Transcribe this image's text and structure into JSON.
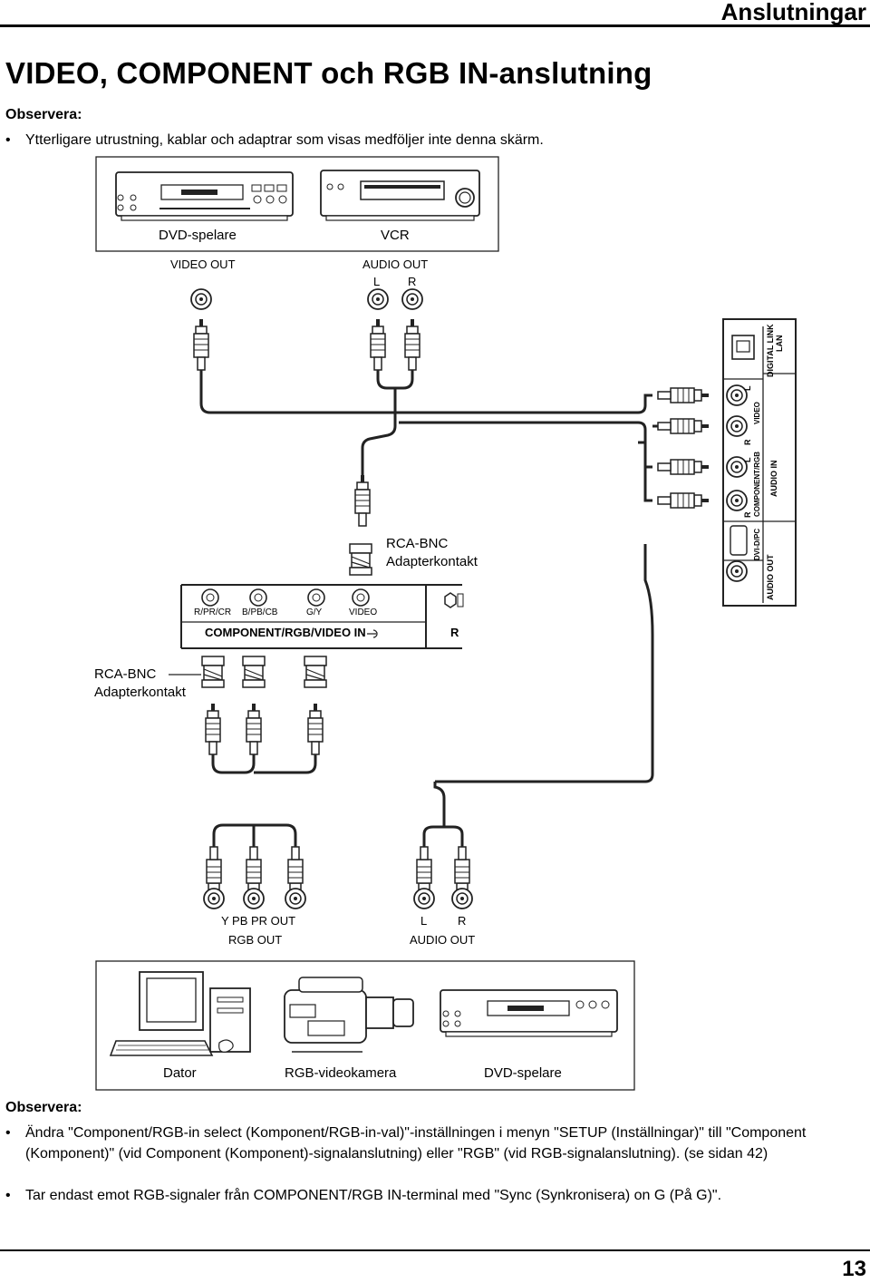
{
  "header": {
    "section": "Anslutningar"
  },
  "title": "VIDEO, COMPONENT och RGB IN-anslutning",
  "note_top": {
    "heading": "Observera:",
    "bullet": "Ytterligare utrustning, kablar och adaptrar som visas medföljer inte denna skärm."
  },
  "diagram": {
    "top_devices": {
      "dvd": "DVD-spelare",
      "vcr": "VCR"
    },
    "video_out": "VIDEO OUT",
    "audio_out_top": "AUDIO OUT",
    "lr_top": {
      "l": "L",
      "r": "R"
    },
    "adapter_right": {
      "line1": "RCA-BNC",
      "line2": "Adapterkontakt"
    },
    "adapter_left": {
      "line1": "RCA-BNC",
      "line2": "Adapterkontakt"
    },
    "panel_labels": {
      "r_pr_cr": "R/PR/CR",
      "b_pb_cb": "B/PB/CB",
      "g_y": "G/Y",
      "video": "VIDEO",
      "component_in": "COMPONENT/RGB/VIDEO IN",
      "cut_r": "R"
    },
    "side_panel": {
      "digital_link": "DIGITAL LINK",
      "lan": "LAN",
      "video": "VIDEO",
      "audio_in": "AUDIO IN",
      "component_rgb": "COMPONENT/RGB",
      "dvi_pc": "DVI-D/PC",
      "audio_out": "AUDIO OUT",
      "r1": "R",
      "l1": "L",
      "r2": "R",
      "l2": "L"
    },
    "bottom_outputs": {
      "ypbpr": "Y PB PR OUT",
      "rgb_out": "RGB OUT",
      "l": "L",
      "r": "R",
      "audio_out": "AUDIO OUT"
    },
    "bottom_devices": {
      "pc": "Dator",
      "camera": "RGB-videokamera",
      "dvd": "DVD-spelare"
    }
  },
  "note_bottom": {
    "heading": "Observera:",
    "bullet1": "Ändra \"Component/RGB-in select (Komponent/RGB-in-val)\"-inställningen i menyn \"SETUP (Inställningar)\" till \"Component (Komponent)\" (vid Component (Komponent)-signalanslutning) eller \"RGB\" (vid RGB-signalanslutning). (se sidan 42)",
    "bullet2": "Tar endast emot RGB-signaler från COMPONENT/RGB IN-terminal med \"Sync (Synkronisera) on G (På G)\"."
  },
  "page_number": "13"
}
